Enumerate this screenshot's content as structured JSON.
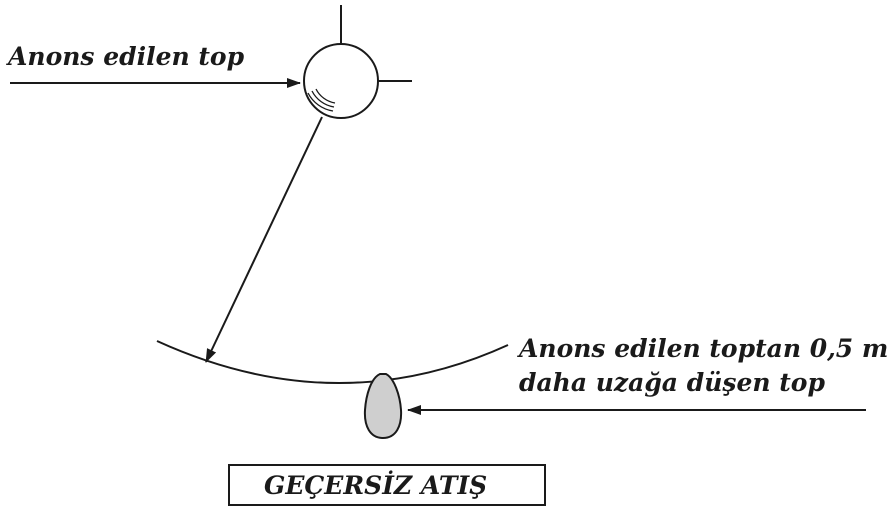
{
  "labels": {
    "announced_ball": "Anons edilen top",
    "far_ball_line1": "Anons edilen toptan 0,5 m",
    "far_ball_line2": "daha uzağa düşen top",
    "invalid_shot": "GEÇERSİZ ATIŞ"
  },
  "colors": {
    "line": "#1a1a1a",
    "far_ball_fill": "#cfcfcf"
  }
}
